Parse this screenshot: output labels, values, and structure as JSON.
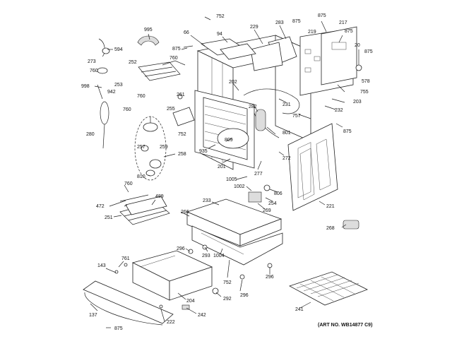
{
  "art_number": "(ART NO. WB14877 C9)",
  "part_labels": [
    "752",
    "995",
    "66",
    "94",
    "229",
    "283",
    "875",
    "219",
    "875",
    "217",
    "875",
    "875",
    "594",
    "20",
    "875",
    "273",
    "760",
    "252",
    "578",
    "760",
    "998",
    "942",
    "253",
    "760",
    "755",
    "760",
    "261",
    "202",
    "280",
    "203",
    "255",
    "282",
    "231",
    "232",
    "752",
    "757",
    "801",
    "875",
    "257",
    "259",
    "258",
    "935",
    "809",
    "201",
    "277",
    "272",
    "810",
    "1005",
    "1002",
    "806",
    "760",
    "472",
    "489",
    "254",
    "233",
    "266",
    "269",
    "221",
    "251",
    "268",
    "296",
    "293",
    "1004",
    "761",
    "143",
    "296",
    "752",
    "292",
    "296",
    "204",
    "137",
    "242",
    "222",
    "875",
    "241"
  ],
  "colors": {
    "line": "#222222",
    "shade": "#dddddd",
    "background": "#ffffff"
  }
}
